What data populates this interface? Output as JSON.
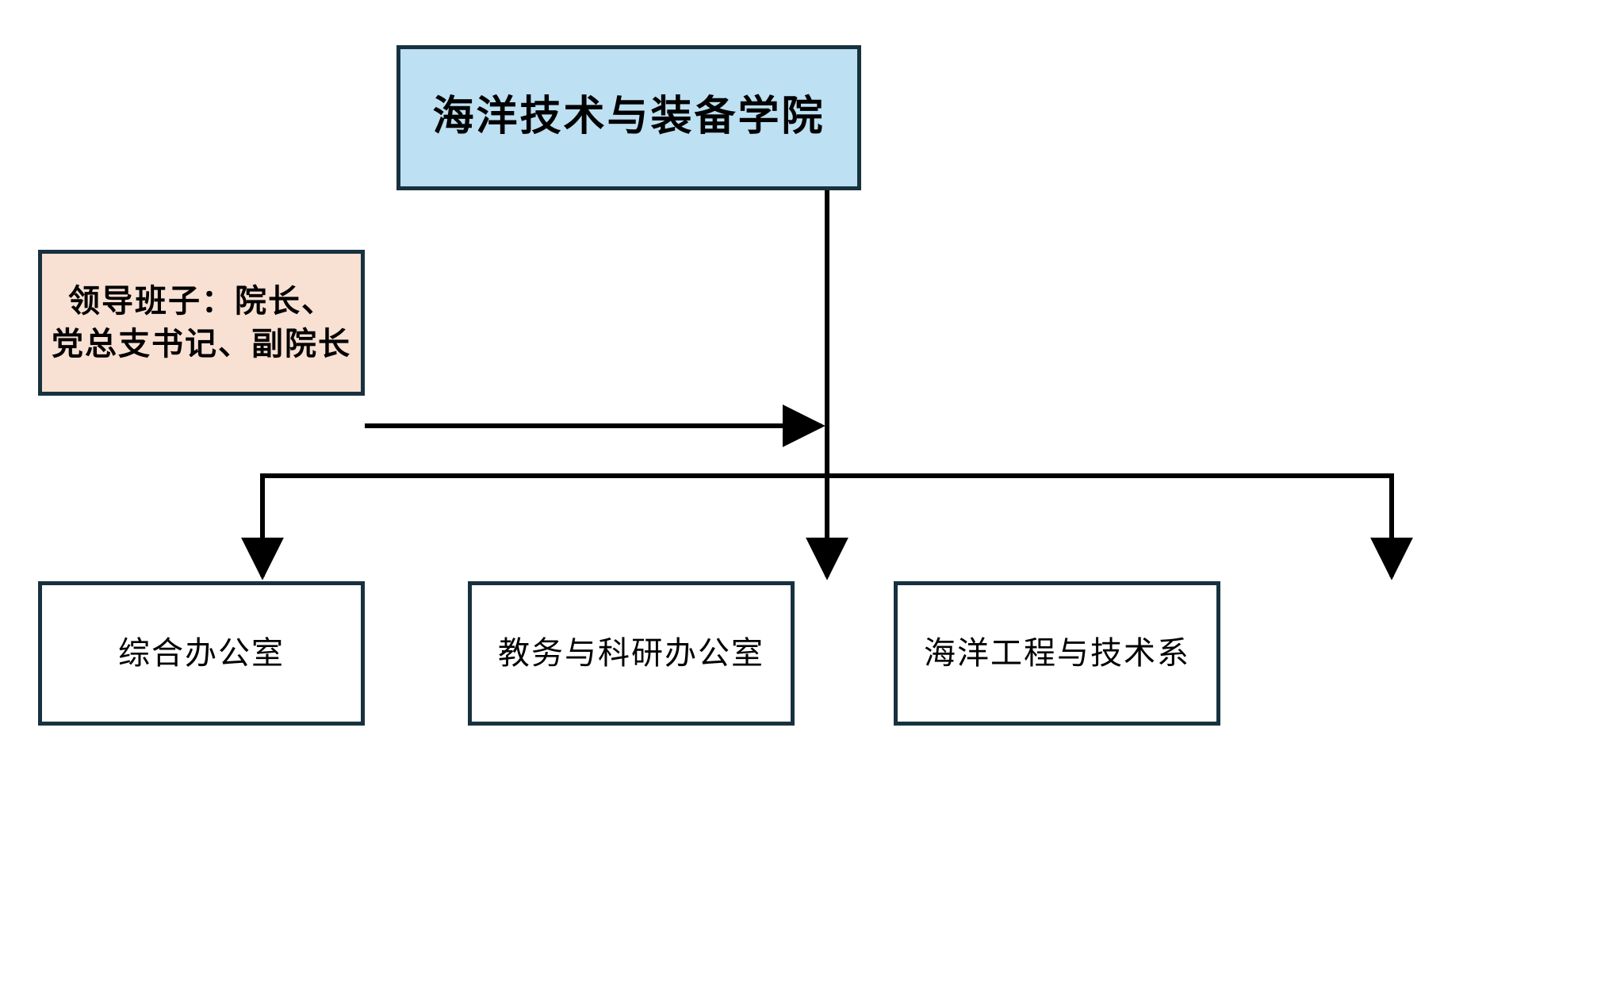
{
  "diagram": {
    "type": "organization-chart",
    "title_node": {
      "label": "海洋技术与装备学院",
      "fill_color": "#bde0f2",
      "border_color": "#17313f"
    },
    "leadership_node": {
      "label": "领导班子：院长、\n党总支书记、副院长",
      "line_1": "领导班子：院长、",
      "line_2": "党总支书记、副院长",
      "fill_color": "#f8e0d3",
      "border_color": "#17313f"
    },
    "children": [
      {
        "label": "综合办公室",
        "fill_color": "#ffffff",
        "border_color": "#17313f"
      },
      {
        "label": "教务与科研办公室",
        "fill_color": "#ffffff",
        "border_color": "#17313f"
      },
      {
        "label": "海洋工程与技术系",
        "fill_color": "#ffffff",
        "border_color": "#17313f"
      }
    ],
    "connectors": {
      "line_color": "#000000",
      "stroke_width": 6,
      "arrow_style": "solid-triangle",
      "edges": [
        {
          "from": "海洋技术与装备学院",
          "to": "综合办公室",
          "style": "elbow-down-left"
        },
        {
          "from": "海洋技术与装备学院",
          "to": "教务与科研办公室",
          "style": "straight-down"
        },
        {
          "from": "海洋技术与装备学院",
          "to": "海洋工程与技术系",
          "style": "elbow-down-right"
        },
        {
          "from": "领导班子：院长、党总支书记、副院长",
          "to": "海洋技术与装备学院",
          "style": "horizontal-right"
        }
      ]
    },
    "canvas": {
      "background_color": "#ffffff"
    }
  }
}
